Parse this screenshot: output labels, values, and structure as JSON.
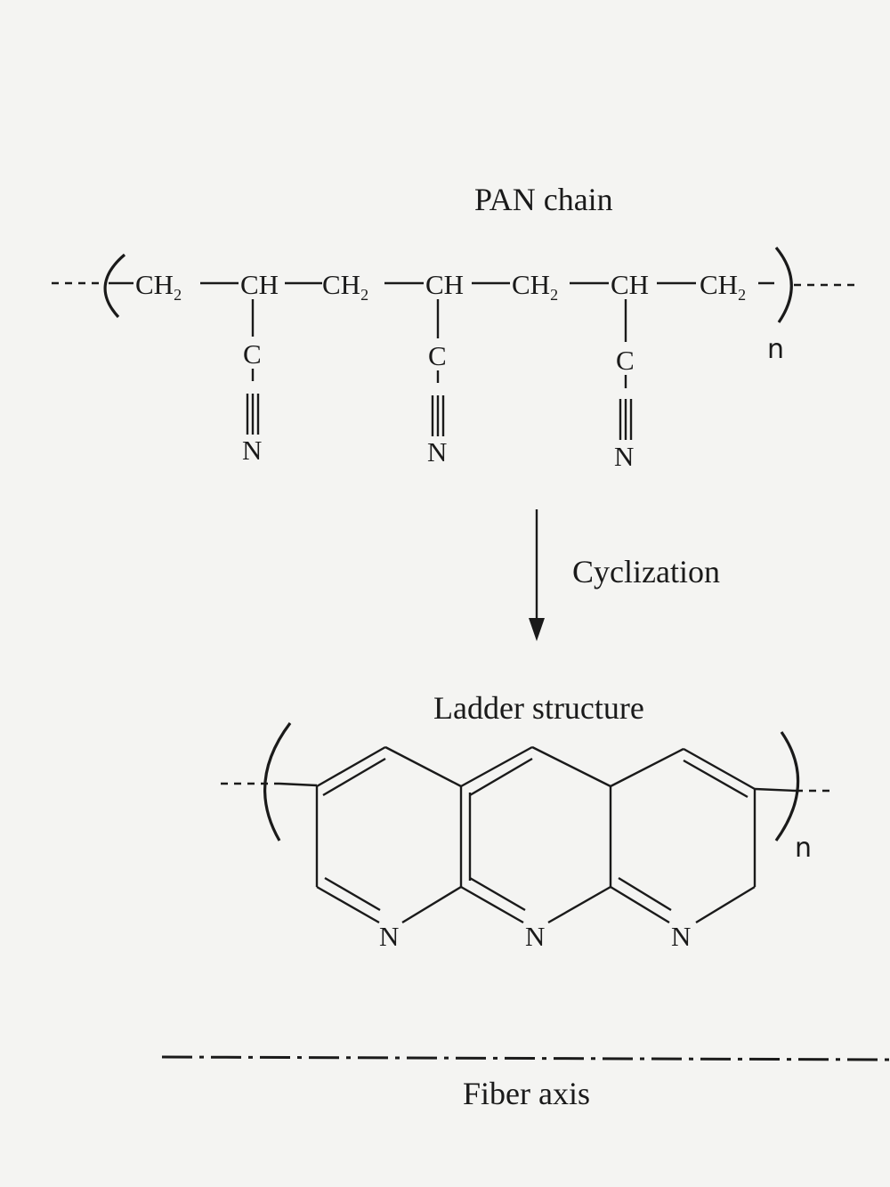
{
  "titles": {
    "pan_chain": "PAN chain",
    "cyclization": "Cyclization",
    "ladder": "Ladder structure",
    "fiber_axis": "Fiber axis"
  },
  "atoms": {
    "ch2": "CH",
    "ch2_sub": "2",
    "ch": "CH",
    "c": "C",
    "n": "N"
  },
  "repeat_index": "n"
}
